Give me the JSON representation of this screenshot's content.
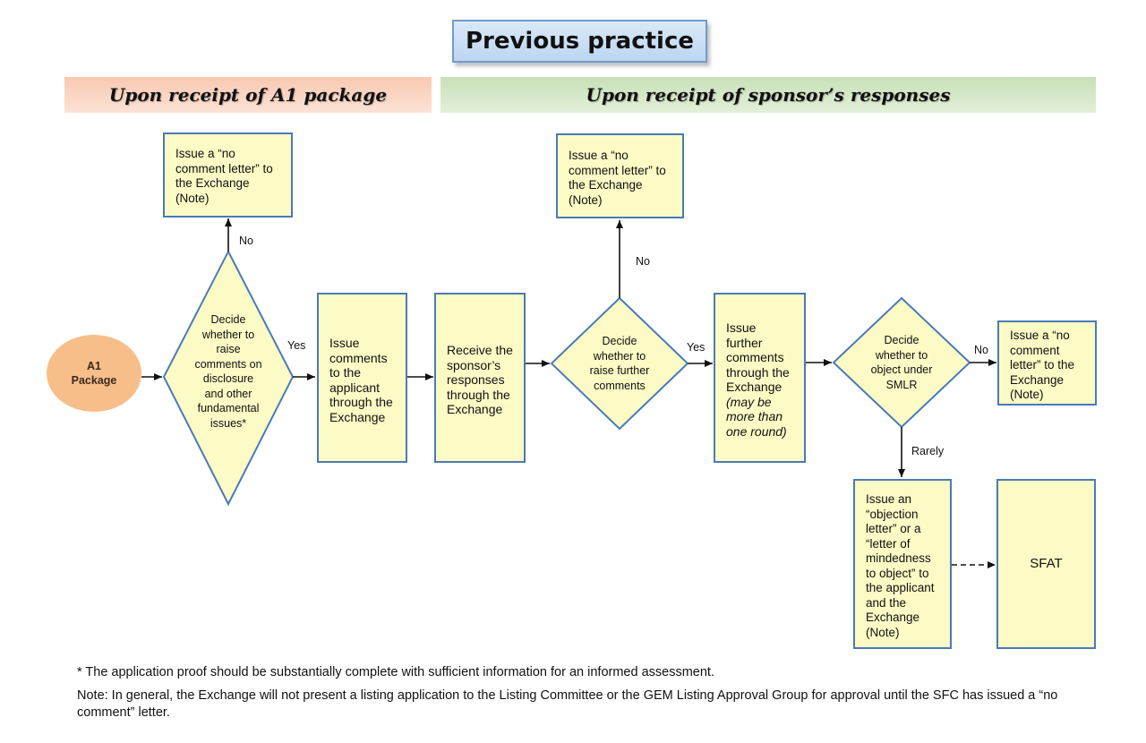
{
  "title": "Previous practice",
  "bands": {
    "a1": "Upon receipt of A1 package",
    "sponsor": "Upon receipt of sponsor’s responses"
  },
  "nodes": {
    "a1_package": "A1\nPackage",
    "decide_raise": "Decide\nwhether to\nraise\ncomments on\ndisclosure\nand other\nfundamental\nissues*",
    "no_comment_1": "Issue a “no\ncomment letter” to\nthe Exchange\n(Note)",
    "issue_comments": "Issue\ncomments\nto the\napplicant\nthrough the\nExchange",
    "receive_responses": "Receive the\nsponsor’s\nresponses\nthrough the\nExchange",
    "decide_further": "Decide\nwhether to\nraise further\ncomments",
    "no_comment_2": "Issue a “no\ncomment letter” to\nthe Exchange\n(Note)",
    "further_comments": "Issue\nfurther\ncomments\nthrough the\nExchange",
    "further_comments_note": "(may be\nmore than\none round)",
    "decide_smlr": "Decide\nwhether to\nobject under\nSMLR",
    "no_comment_3": "Issue a “no\ncomment\nletter” to the\nExchange\n(Note)",
    "objection_letter": "Issue an\n“objection\nletter” or a\n“letter of\nmindedness\nto object” to\nthe applicant\nand the\nExchange\n(Note)",
    "sfat": "SFAT"
  },
  "edge_labels": {
    "no_1": "No",
    "yes_1": "Yes",
    "no_2": "No",
    "yes_2": "Yes",
    "no_3": "No",
    "rarely": "Rarely"
  },
  "footnotes": {
    "asterisk": "* The application proof should be substantially complete with sufficient information for an informed assessment.",
    "note": "Note:  In general, the Exchange will not present a listing application to the Listing Committee or the GEM Listing Approval Group for approval until the SFC has issued a “no comment” letter."
  },
  "colors": {
    "box_fill": "#fcfac5",
    "box_border": "#4a7ab8",
    "oval_fill": "#f7be8a",
    "band_a1": "#f9c8b0",
    "band_sponsor": "#c8e0b8",
    "title_fill": "#c9def4"
  }
}
